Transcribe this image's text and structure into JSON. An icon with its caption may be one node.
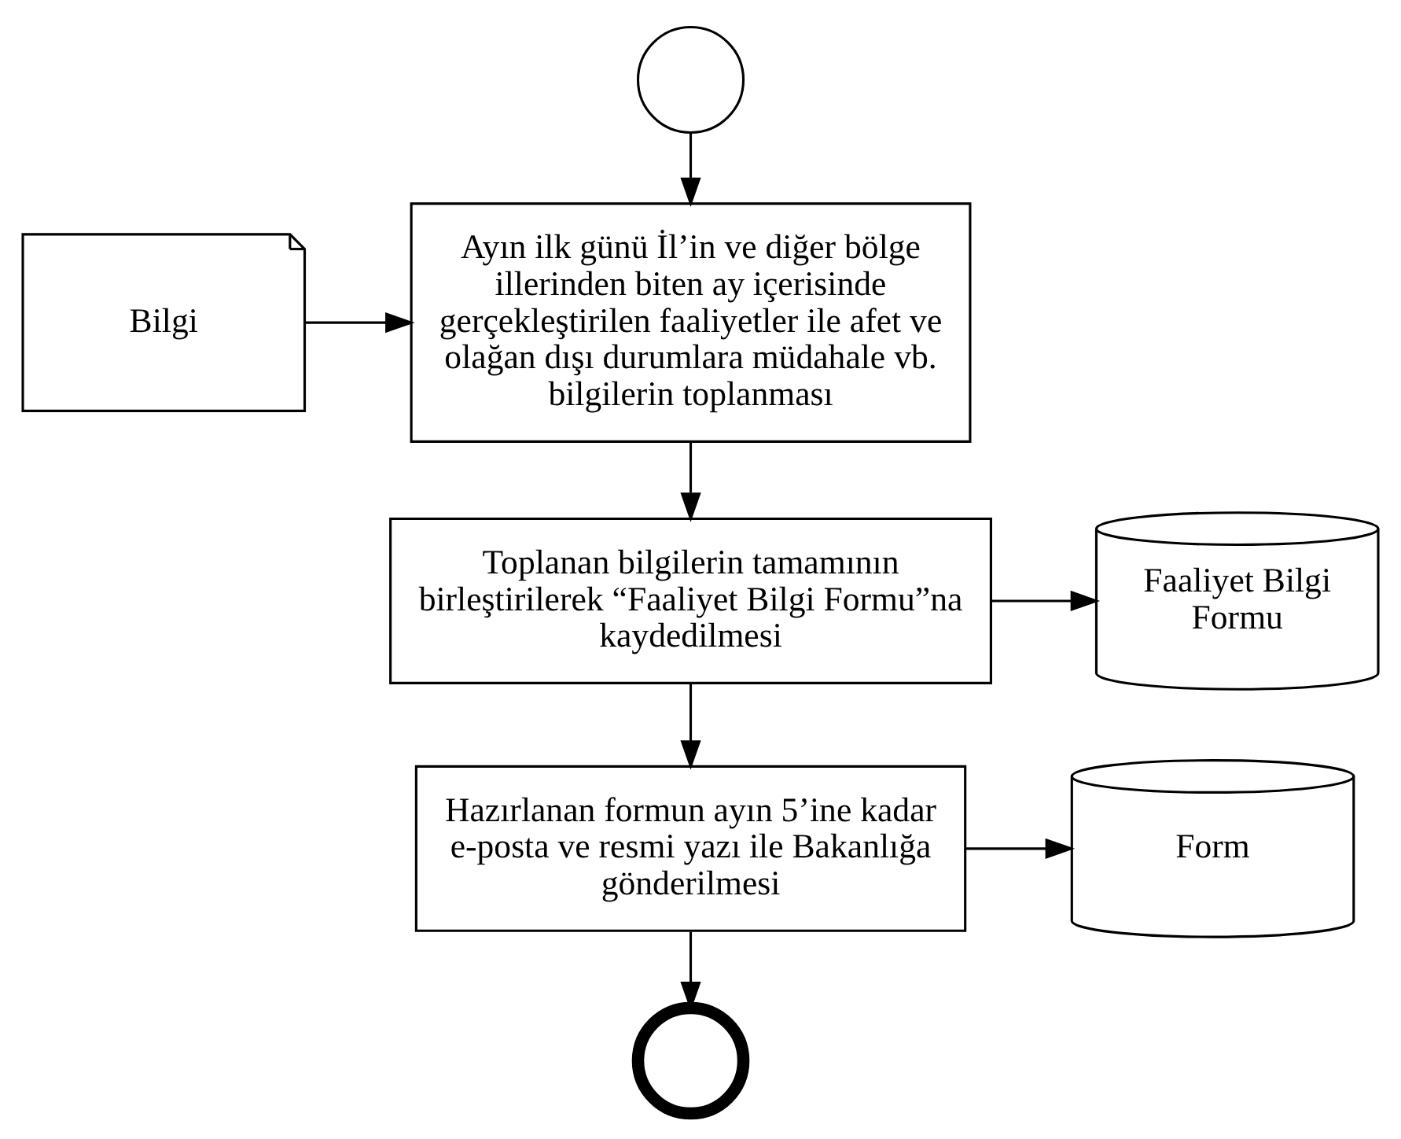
{
  "diagram": {
    "nodes": [
      {
        "text": [],
        "shape": "circle"
      },
      {
        "text": [
          "Bilgi"
        ]
      },
      {
        "text": [
          "Ayın ilk günü İl’in ve diğer bölge illerinden biten ay içerisinde gerçekleştirilen faaliyetler ile afet ve olağan dışı durumlara müdahale vb. bilgilerin toplanması"
        ]
      },
      {
        "text": [
          "Toplanan bilgilerin tamamının birleştirilerek “Faaliyet Bilgi Formu”na kaydedilmesi"
        ]
      },
      {
        "text": [
          "Faaliyet Bilgi Formu"
        ]
      },
      {
        "text": [
          "Hazırlanan formun ayın 5’ine kadar e-posta ve resmi yazı ile Bakanlığa gönderilmesi"
        ]
      },
      {
        "text": [
          "Form"
        ]
      },
      {
        "text": [],
        "shape": "circle"
      }
    ],
    "edges": [
      {
        "from": 0,
        "to": 2,
        "arrow": "to"
      },
      {
        "from": 1,
        "to": 2,
        "arrow": "to"
      },
      {
        "from": 2,
        "to": 3,
        "arrow": "to"
      },
      {
        "from": 3,
        "to": 4,
        "arrow": "to"
      },
      {
        "from": 3,
        "to": 5,
        "arrow": "to"
      },
      {
        "from": 5,
        "to": 6,
        "arrow": "to"
      },
      {
        "from": 5,
        "to": 7,
        "arrow": "to"
      }
    ]
  }
}
